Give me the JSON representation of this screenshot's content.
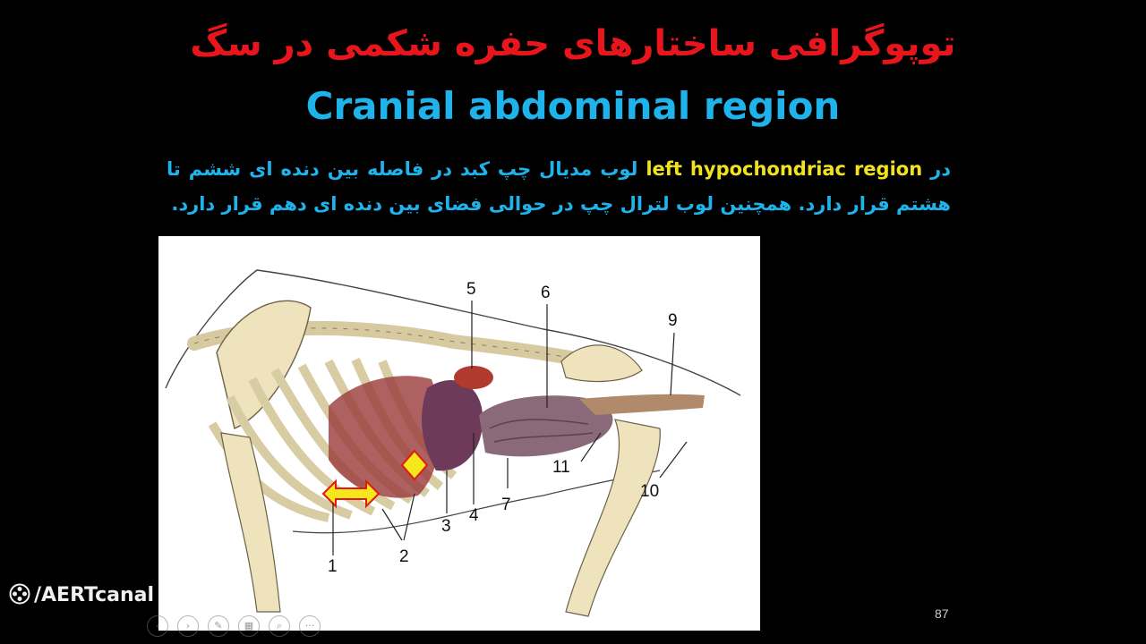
{
  "slide": {
    "title_fa": "توپوگرافی ساختارهای حفره شکمی در سگ",
    "title_en": "Cranial abdominal region",
    "body": {
      "part1": "در ",
      "highlight": "left hypochondriac region",
      "part2": " لوب مدیال چپ کبد در فاصله بین دنده ای ششم تا هشتم قرار دارد. همچنین لوب لترال چپ در حوالی فضای بین دنده ای دهم قرار دارد."
    },
    "slide_number": "87"
  },
  "figure": {
    "labels": [
      "1",
      "2",
      "3",
      "4",
      "5",
      "6",
      "7",
      "9",
      "10",
      "11"
    ]
  },
  "watermark": {
    "text": "/AERTcanal"
  },
  "controls": {
    "prev_icon": "arrow-left-icon",
    "next_icon": "arrow-right-icon",
    "pen_icon": "pen-icon",
    "slides_icon": "slides-icon",
    "zoom_icon": "zoom-icon",
    "more_icon": "more-icon",
    "prev": "‹",
    "next": "›",
    "pen": "✎",
    "slides": "▦",
    "zoom": "⌕",
    "more": "···"
  },
  "colors": {
    "title_fa": "#e8161c",
    "title_en": "#1fb3ec",
    "highlight": "#f2e21c",
    "background": "#000000",
    "arrow_fill": "#f4e81c",
    "arrow_stroke": "#e01818"
  }
}
